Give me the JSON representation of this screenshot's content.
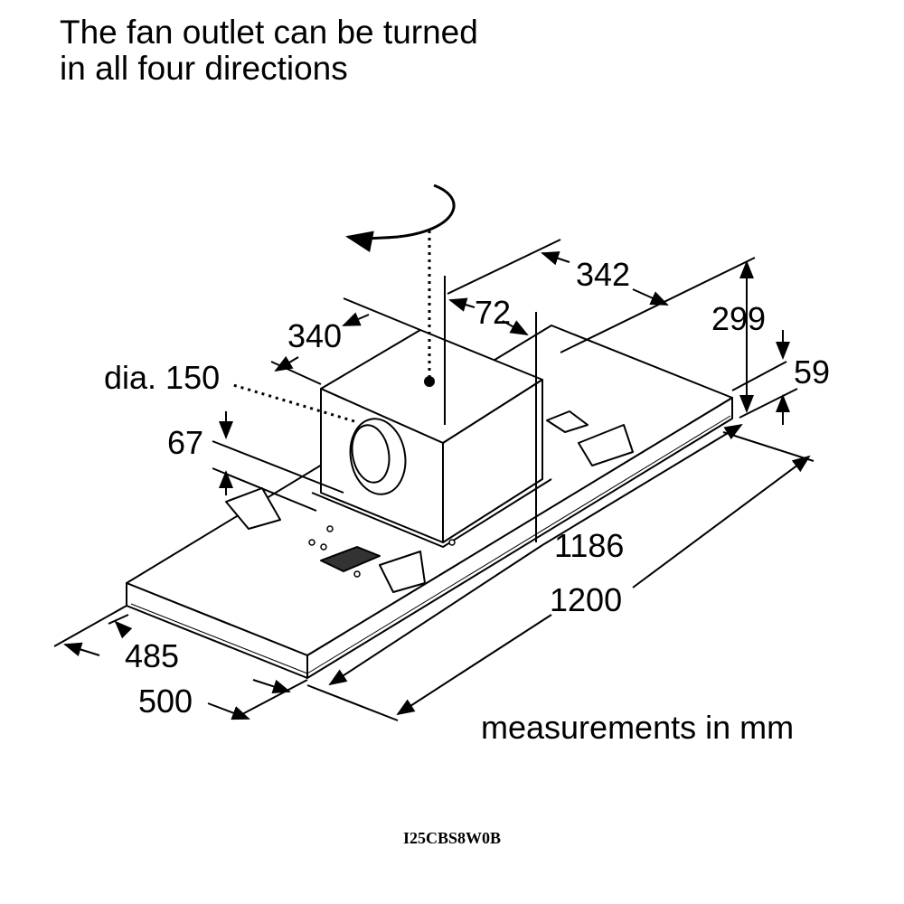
{
  "title_lines": [
    "The fan outlet can be turned",
    "in all four directions"
  ],
  "dimensions": {
    "fan_depth": "340",
    "fan_offset": "72",
    "fan_width": "342",
    "total_height": "299",
    "body_height": "59",
    "outlet_diameter": "dia. 150",
    "outlet_height": "67",
    "inner_length": "1186",
    "outer_length": "1200",
    "inner_depth": "485",
    "outer_depth": "500"
  },
  "units_note": "measurements in mm",
  "model_code": "I25CBS8W0B"
}
